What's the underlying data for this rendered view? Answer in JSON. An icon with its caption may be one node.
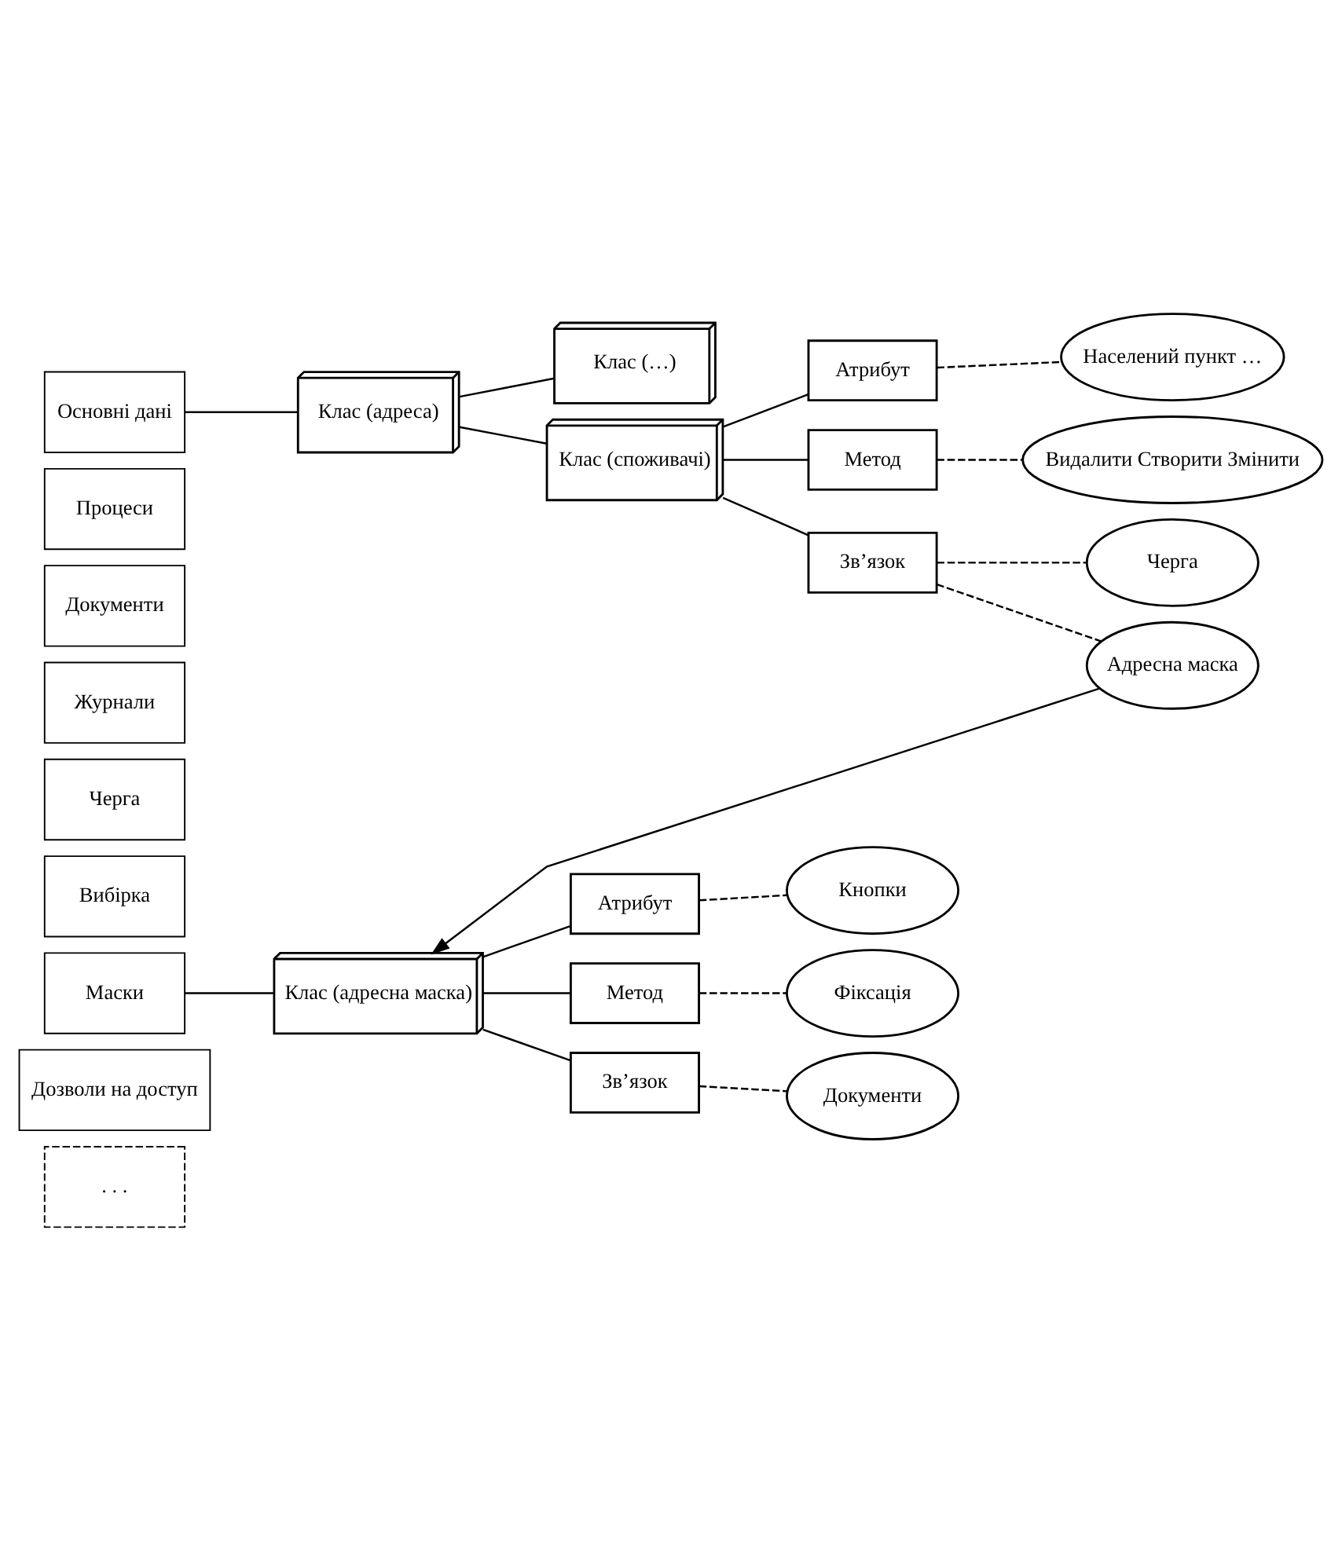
{
  "diagram": {
    "nodes": [
      {
        "text": [
          "Основні дані"
        ]
      },
      {
        "text": [
          "Процеси"
        ]
      },
      {
        "text": [
          "Документи"
        ]
      },
      {
        "text": [
          "Журнали"
        ]
      },
      {
        "text": [
          "Черга"
        ]
      },
      {
        "text": [
          "Вибірка"
        ]
      },
      {
        "text": [
          "Маски"
        ]
      },
      {
        "text": [
          "Дозволи на доступ"
        ]
      },
      {
        "text": [
          ". . ."
        ]
      },
      {
        "text": [
          "Клас (адреса)"
        ]
      },
      {
        "text": [
          "Клас (…)"
        ]
      },
      {
        "text": [
          "Клас (споживачі)"
        ]
      },
      {
        "text": [
          "Атрибут"
        ]
      },
      {
        "text": [
          "Метод"
        ]
      },
      {
        "text": [
          "Зв’язок"
        ]
      },
      {
        "text": [
          "Населений пункт …"
        ]
      },
      {
        "text": [
          "Видалити Створити Змінити"
        ]
      },
      {
        "text": [
          "Черга"
        ]
      },
      {
        "text": [
          "Адресна маска"
        ]
      },
      {
        "text": [
          "Клас (адресна маска)"
        ]
      },
      {
        "text": [
          "Атрибут"
        ]
      },
      {
        "text": [
          "Метод"
        ]
      },
      {
        "text": [
          "Зв’язок"
        ]
      },
      {
        "text": [
          "Кнопки"
        ]
      },
      {
        "text": [
          "Фіксація"
        ]
      },
      {
        "text": [
          "Документи"
        ]
      }
    ],
    "edges": [
      {
        "from": 0,
        "to": 9,
        "arrow": "none"
      },
      {
        "from": 9,
        "to": 10,
        "arrow": "none"
      },
      {
        "from": 9,
        "to": 11,
        "arrow": "none"
      },
      {
        "from": 11,
        "to": 12,
        "arrow": "none"
      },
      {
        "from": 11,
        "to": 13,
        "arrow": "none"
      },
      {
        "from": 11,
        "to": 14,
        "arrow": "none"
      },
      {
        "from": 12,
        "to": 15,
        "arrow": "none",
        "style": "dashed"
      },
      {
        "from": 13,
        "to": 16,
        "arrow": "none",
        "style": "dashed"
      },
      {
        "from": 14,
        "to": 17,
        "arrow": "none",
        "style": "dashed"
      },
      {
        "from": 14,
        "to": 18,
        "arrow": "none",
        "style": "dashed"
      },
      {
        "from": 18,
        "to": 19,
        "arrow": "to"
      },
      {
        "from": 6,
        "to": 19,
        "arrow": "none"
      },
      {
        "from": 19,
        "to": 20,
        "arrow": "none"
      },
      {
        "from": 19,
        "to": 21,
        "arrow": "none"
      },
      {
        "from": 19,
        "to": 22,
        "arrow": "none"
      },
      {
        "from": 20,
        "to": 23,
        "arrow": "none",
        "style": "dashed"
      },
      {
        "from": 21,
        "to": 24,
        "arrow": "none",
        "style": "dashed"
      },
      {
        "from": 22,
        "to": 25,
        "arrow": "none",
        "style": "dashed"
      }
    ]
  }
}
